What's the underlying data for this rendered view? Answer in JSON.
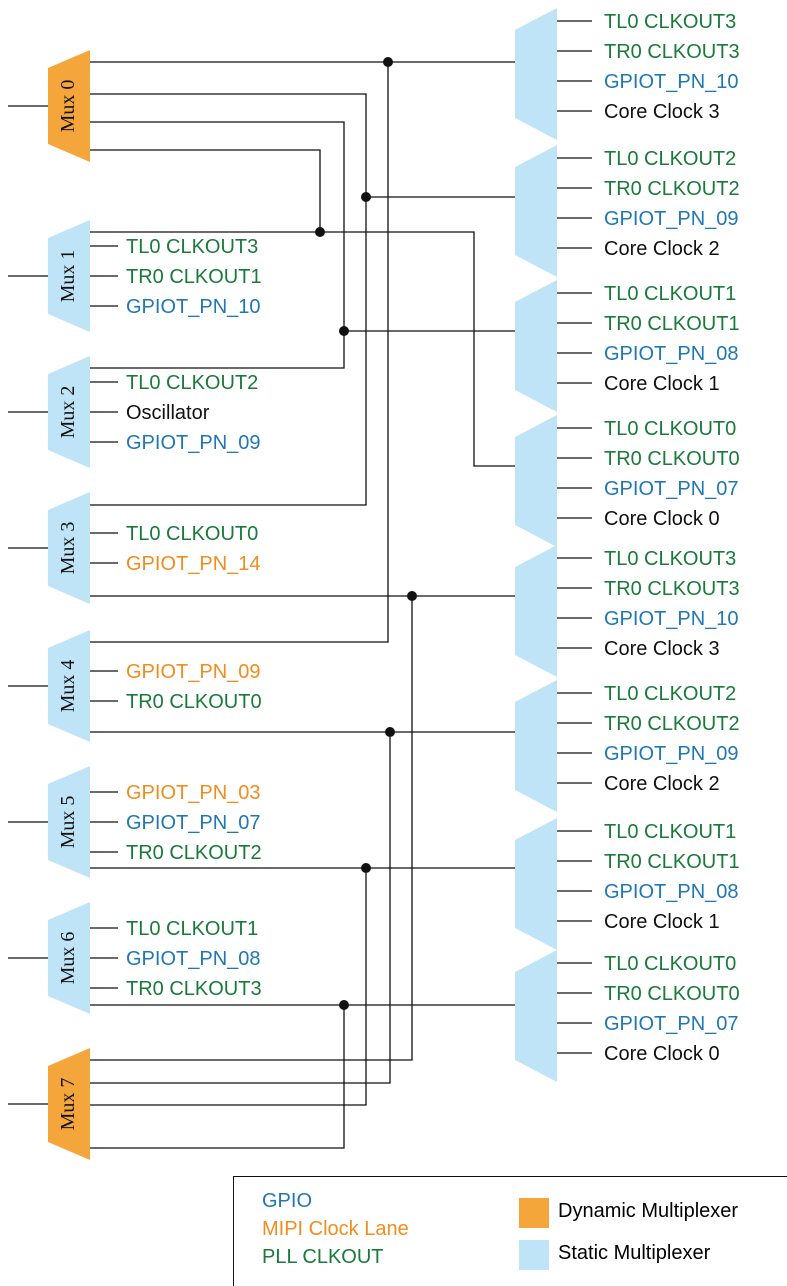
{
  "colors": {
    "gpio": "#1f77b4",
    "mipi": "#f28c1c",
    "pll": "#1a7a3a",
    "other": "#111111",
    "dynamic": "#f5a63a",
    "static": "#bfe4f7"
  },
  "left_muxes": [
    {
      "label": "Mux 0",
      "kind": "dynamic",
      "inputs": []
    },
    {
      "label": "Mux 1",
      "kind": "static",
      "inputs": [
        {
          "text": "TL0 CLKOUT3",
          "type": "pll"
        },
        {
          "text": "TR0 CLKOUT1",
          "type": "pll"
        },
        {
          "text": "GPIOT_PN_10",
          "type": "gpio"
        }
      ]
    },
    {
      "label": "Mux 2",
      "kind": "static",
      "inputs": [
        {
          "text": "TL0 CLKOUT2",
          "type": "pll"
        },
        {
          "text": "Oscillator",
          "type": "other"
        },
        {
          "text": "GPIOT_PN_09",
          "type": "gpio"
        }
      ]
    },
    {
      "label": "Mux 3",
      "kind": "static",
      "inputs": [
        {
          "text": "TL0 CLKOUT0",
          "type": "pll"
        },
        {
          "text": "GPIOT_PN_14",
          "type": "mipi"
        }
      ]
    },
    {
      "label": "Mux 4",
      "kind": "static",
      "inputs": [
        {
          "text": "GPIOT_PN_09",
          "type": "mipi"
        },
        {
          "text": "TR0 CLKOUT0",
          "type": "pll"
        }
      ]
    },
    {
      "label": "Mux 5",
      "kind": "static",
      "inputs": [
        {
          "text": "GPIOT_PN_03",
          "type": "mipi"
        },
        {
          "text": "GPIOT_PN_07",
          "type": "gpio"
        },
        {
          "text": "TR0 CLKOUT2",
          "type": "pll"
        }
      ]
    },
    {
      "label": "Mux 6",
      "kind": "static",
      "inputs": [
        {
          "text": "TL0 CLKOUT1",
          "type": "pll"
        },
        {
          "text": "GPIOT_PN_08",
          "type": "gpio"
        },
        {
          "text": "TR0 CLKOUT3",
          "type": "pll"
        }
      ]
    },
    {
      "label": "Mux 7",
      "kind": "dynamic",
      "inputs": []
    }
  ],
  "right_muxes": [
    {
      "inputs": [
        {
          "text": "TL0 CLKOUT3",
          "type": "pll"
        },
        {
          "text": "TR0 CLKOUT3",
          "type": "pll"
        },
        {
          "text": "GPIOT_PN_10",
          "type": "gpio"
        },
        {
          "text": "Core Clock 3",
          "type": "other"
        }
      ]
    },
    {
      "inputs": [
        {
          "text": "TL0 CLKOUT2",
          "type": "pll"
        },
        {
          "text": "TR0 CLKOUT2",
          "type": "pll"
        },
        {
          "text": "GPIOT_PN_09",
          "type": "gpio"
        },
        {
          "text": "Core Clock 2",
          "type": "other"
        }
      ]
    },
    {
      "inputs": [
        {
          "text": "TL0 CLKOUT1",
          "type": "pll"
        },
        {
          "text": "TR0 CLKOUT1",
          "type": "pll"
        },
        {
          "text": "GPIOT_PN_08",
          "type": "gpio"
        },
        {
          "text": "Core Clock 1",
          "type": "other"
        }
      ]
    },
    {
      "inputs": [
        {
          "text": "TL0 CLKOUT0",
          "type": "pll"
        },
        {
          "text": "TR0 CLKOUT0",
          "type": "pll"
        },
        {
          "text": "GPIOT_PN_07",
          "type": "gpio"
        },
        {
          "text": "Core Clock 0",
          "type": "other"
        }
      ]
    },
    {
      "inputs": [
        {
          "text": "TL0 CLKOUT3",
          "type": "pll"
        },
        {
          "text": "TR0 CLKOUT3",
          "type": "pll"
        },
        {
          "text": "GPIOT_PN_10",
          "type": "gpio"
        },
        {
          "text": "Core Clock 3",
          "type": "other"
        }
      ]
    },
    {
      "inputs": [
        {
          "text": "TL0 CLKOUT2",
          "type": "pll"
        },
        {
          "text": "TR0 CLKOUT2",
          "type": "pll"
        },
        {
          "text": "GPIOT_PN_09",
          "type": "gpio"
        },
        {
          "text": "Core Clock 2",
          "type": "other"
        }
      ]
    },
    {
      "inputs": [
        {
          "text": "TL0 CLKOUT1",
          "type": "pll"
        },
        {
          "text": "TR0 CLKOUT1",
          "type": "pll"
        },
        {
          "text": "GPIOT_PN_08",
          "type": "gpio"
        },
        {
          "text": "Core Clock 1",
          "type": "other"
        }
      ]
    },
    {
      "inputs": [
        {
          "text": "TL0 CLKOUT0",
          "type": "pll"
        },
        {
          "text": "TR0 CLKOUT0",
          "type": "pll"
        },
        {
          "text": "GPIOT_PN_07",
          "type": "gpio"
        },
        {
          "text": "Core Clock 0",
          "type": "other"
        }
      ]
    }
  ],
  "legend": {
    "gpio": "GPIO",
    "mipi": "MIPI Clock Lane",
    "pll": "PLL CLKOUT",
    "dynamic": "Dynamic Multiplexer",
    "static": "Static Multiplexer"
  }
}
